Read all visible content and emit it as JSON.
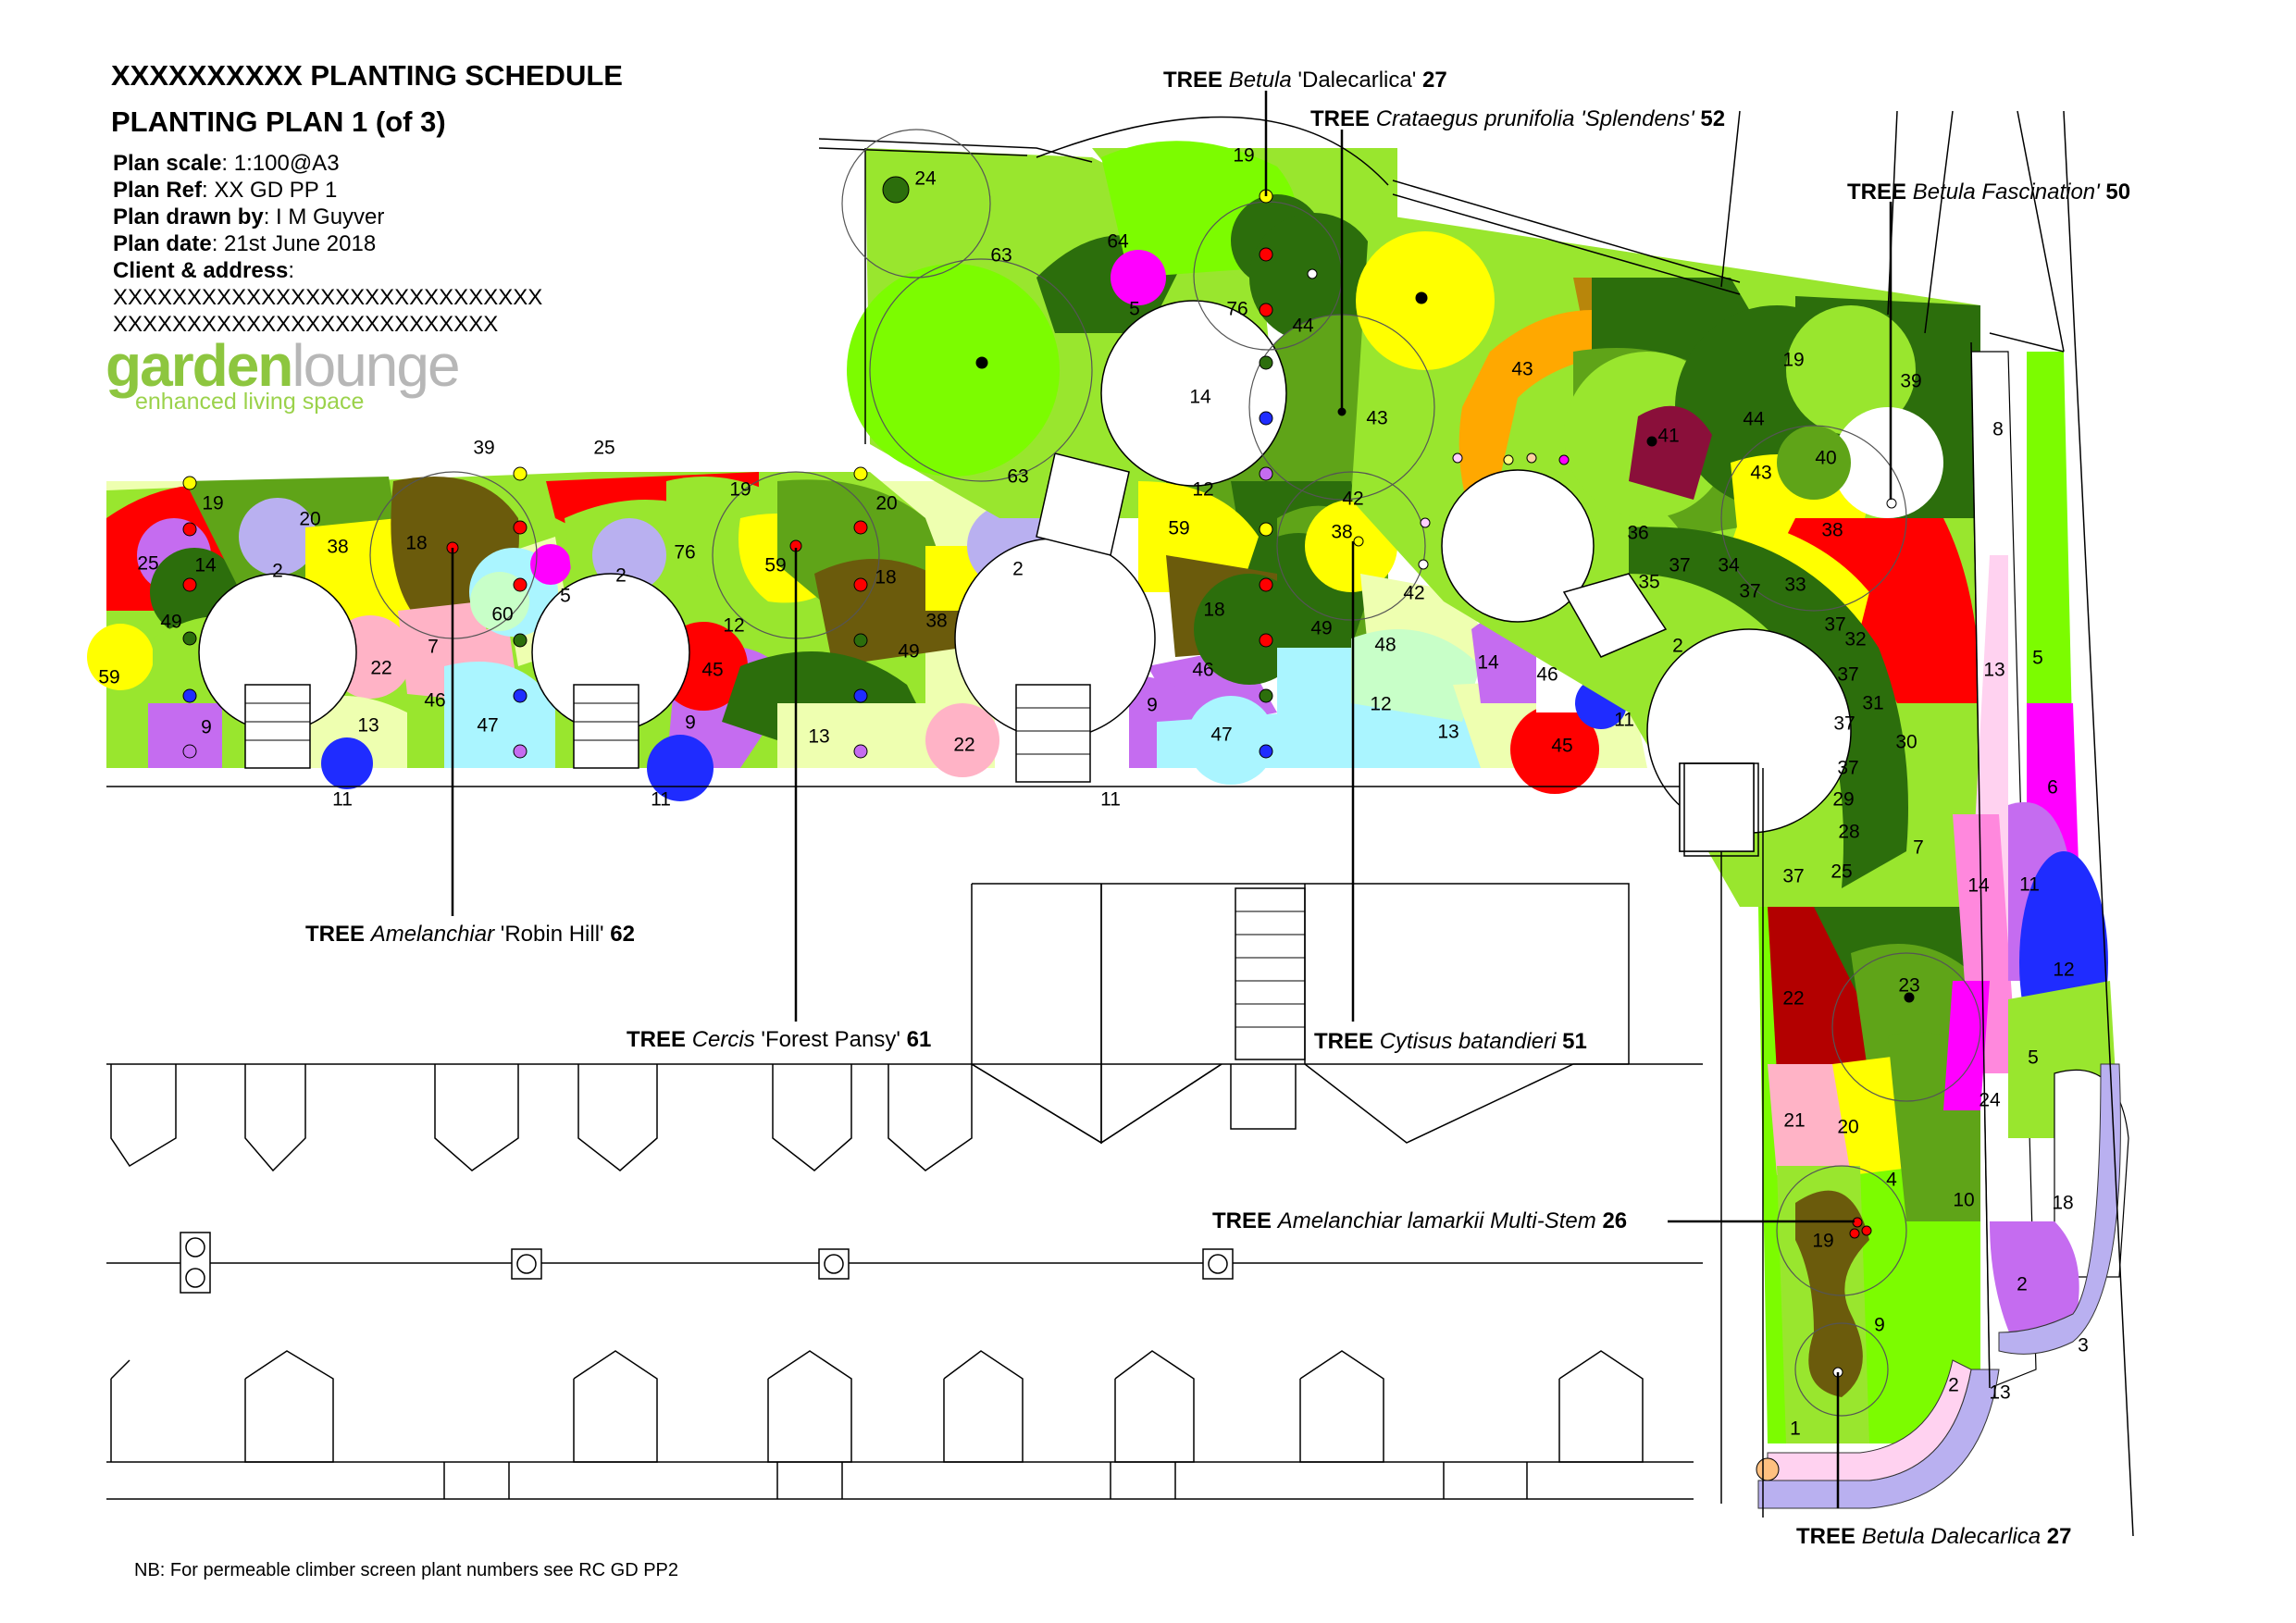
{
  "header": {
    "title": "XXXXXXXXXX PLANTING SCHEDULE",
    "subtitle": "PLANTING PLAN 1 (of 3)"
  },
  "meta": [
    {
      "label": "Plan scale",
      "value": ": 1:100@A3"
    },
    {
      "label": "Plan Ref",
      "value": ": XX GD PP 1"
    },
    {
      "label": "Plan drawn by",
      "value": ": I M Guyver"
    },
    {
      "label": "Plan date",
      "value": ": 21st June 2018"
    },
    {
      "label": "Client & address",
      "value": ":"
    }
  ],
  "address_lines": [
    "XXXXXXXXXXXXXXXXXXXXXXXXXXXXX",
    "XXXXXXXXXXXXXXXXXXXXXXXXXX"
  ],
  "logo": {
    "word1": "garden",
    "word2": "lounge",
    "tagline": "enhanced living space"
  },
  "trees": [
    {
      "prefix": "TREE ",
      "name": "Betula",
      "cultivar": " 'Dalecarlica' ",
      "num": "27"
    },
    {
      "prefix": "TREE ",
      "name": "Crataegus prunifolia 'Splendens'",
      "cultivar": " ",
      "num": "52"
    },
    {
      "prefix": "TREE ",
      "name": "Betula Fascination'",
      "cultivar": "   ",
      "num": "50"
    },
    {
      "prefix": "TREE ",
      "name": "Amelanchiar",
      "cultivar": " 'Robin Hill' ",
      "num": "62"
    },
    {
      "prefix": "TREE ",
      "name": "Cercis",
      "cultivar": " 'Forest Pansy' ",
      "num": "61"
    },
    {
      "prefix": "TREE ",
      "name": "Cytisus batandieri",
      "cultivar": " ",
      "num": "51"
    },
    {
      "prefix": "TREE  ",
      "name": "Amelanchiar lamarkii Multi-Stem",
      "cultivar": "  ",
      "num": "26"
    },
    {
      "prefix": "TREE ",
      "name": "Betula Dalecarlica",
      "cultivar": "  ",
      "num": "27"
    }
  ],
  "plant_labels": [
    {
      "t": "19"
    },
    {
      "t": "20"
    },
    {
      "t": "38"
    },
    {
      "t": "18"
    },
    {
      "t": "39"
    },
    {
      "t": "25"
    },
    {
      "t": "19"
    },
    {
      "t": "20"
    },
    {
      "t": "59"
    },
    {
      "t": "18"
    },
    {
      "t": "76"
    },
    {
      "t": "25"
    },
    {
      "t": "14"
    },
    {
      "t": "2"
    },
    {
      "t": "49"
    },
    {
      "t": "59"
    },
    {
      "t": "22"
    },
    {
      "t": "7"
    },
    {
      "t": "46"
    },
    {
      "t": "13"
    },
    {
      "t": "9"
    },
    {
      "t": "60"
    },
    {
      "t": "5"
    },
    {
      "t": "2"
    },
    {
      "t": "47"
    },
    {
      "t": "12"
    },
    {
      "t": "45"
    },
    {
      "t": "9"
    },
    {
      "t": "38"
    },
    {
      "t": "49"
    },
    {
      "t": "13"
    },
    {
      "t": "22"
    },
    {
      "t": "11"
    },
    {
      "t": "11"
    },
    {
      "t": "11"
    },
    {
      "t": "24"
    },
    {
      "t": "63"
    },
    {
      "t": "64"
    },
    {
      "t": "5"
    },
    {
      "t": "19"
    },
    {
      "t": "76"
    },
    {
      "t": "44"
    },
    {
      "t": "14"
    },
    {
      "t": "63"
    },
    {
      "t": "2"
    },
    {
      "t": "12"
    },
    {
      "t": "59"
    },
    {
      "t": "18"
    },
    {
      "t": "46"
    },
    {
      "t": "9"
    },
    {
      "t": "47"
    },
    {
      "t": "43"
    },
    {
      "t": "42"
    },
    {
      "t": "38"
    },
    {
      "t": "42"
    },
    {
      "t": "49"
    },
    {
      "t": "48"
    },
    {
      "t": "12"
    },
    {
      "t": "13"
    },
    {
      "t": "14"
    },
    {
      "t": "46"
    },
    {
      "t": "45"
    },
    {
      "t": "43"
    },
    {
      "t": "41"
    },
    {
      "t": "44"
    },
    {
      "t": "43"
    },
    {
      "t": "36"
    },
    {
      "t": "37"
    },
    {
      "t": "35"
    },
    {
      "t": "34"
    },
    {
      "t": "37"
    },
    {
      "t": "33"
    },
    {
      "t": "2"
    },
    {
      "t": "11"
    },
    {
      "t": "19"
    },
    {
      "t": "39"
    },
    {
      "t": "40"
    },
    {
      "t": "38"
    },
    {
      "t": "8"
    },
    {
      "t": "37"
    },
    {
      "t": "32"
    },
    {
      "t": "37"
    },
    {
      "t": "31"
    },
    {
      "t": "37"
    },
    {
      "t": "30"
    },
    {
      "t": "37"
    },
    {
      "t": "29"
    },
    {
      "t": "28"
    },
    {
      "t": "37"
    },
    {
      "t": "25"
    },
    {
      "t": "7"
    },
    {
      "t": "13"
    },
    {
      "t": "5"
    },
    {
      "t": "6"
    },
    {
      "t": "14"
    },
    {
      "t": "11"
    },
    {
      "t": "12"
    },
    {
      "t": "5"
    },
    {
      "t": "24"
    },
    {
      "t": "23"
    },
    {
      "t": "22"
    },
    {
      "t": "21"
    },
    {
      "t": "20"
    },
    {
      "t": "4"
    },
    {
      "t": "10"
    },
    {
      "t": "18"
    },
    {
      "t": "19"
    },
    {
      "t": "9"
    },
    {
      "t": "2"
    },
    {
      "t": "3"
    },
    {
      "t": "2"
    },
    {
      "t": "13"
    },
    {
      "t": "1"
    }
  ],
  "footnote": "NB: For permeable climber screen plant numbers see RC GD PP2",
  "colors": {
    "lime": "#7cfc00",
    "green_light": "#99e62e",
    "green_mid": "#5fa418",
    "green_dark": "#2c6e0c",
    "olive": "#6b5b0c",
    "yellow": "#ffff00",
    "red": "#ff0000",
    "magenta": "#ff00ff",
    "violet": "#c56cf0",
    "blue": "#1f2cff",
    "cyan": "#aaf5ff",
    "pale_yellow": "#eeffb0",
    "pink": "#ffb3c6",
    "lavender": "#b9b0f0",
    "orange": "#ffa800",
    "maroon": "#8a0f3a"
  }
}
